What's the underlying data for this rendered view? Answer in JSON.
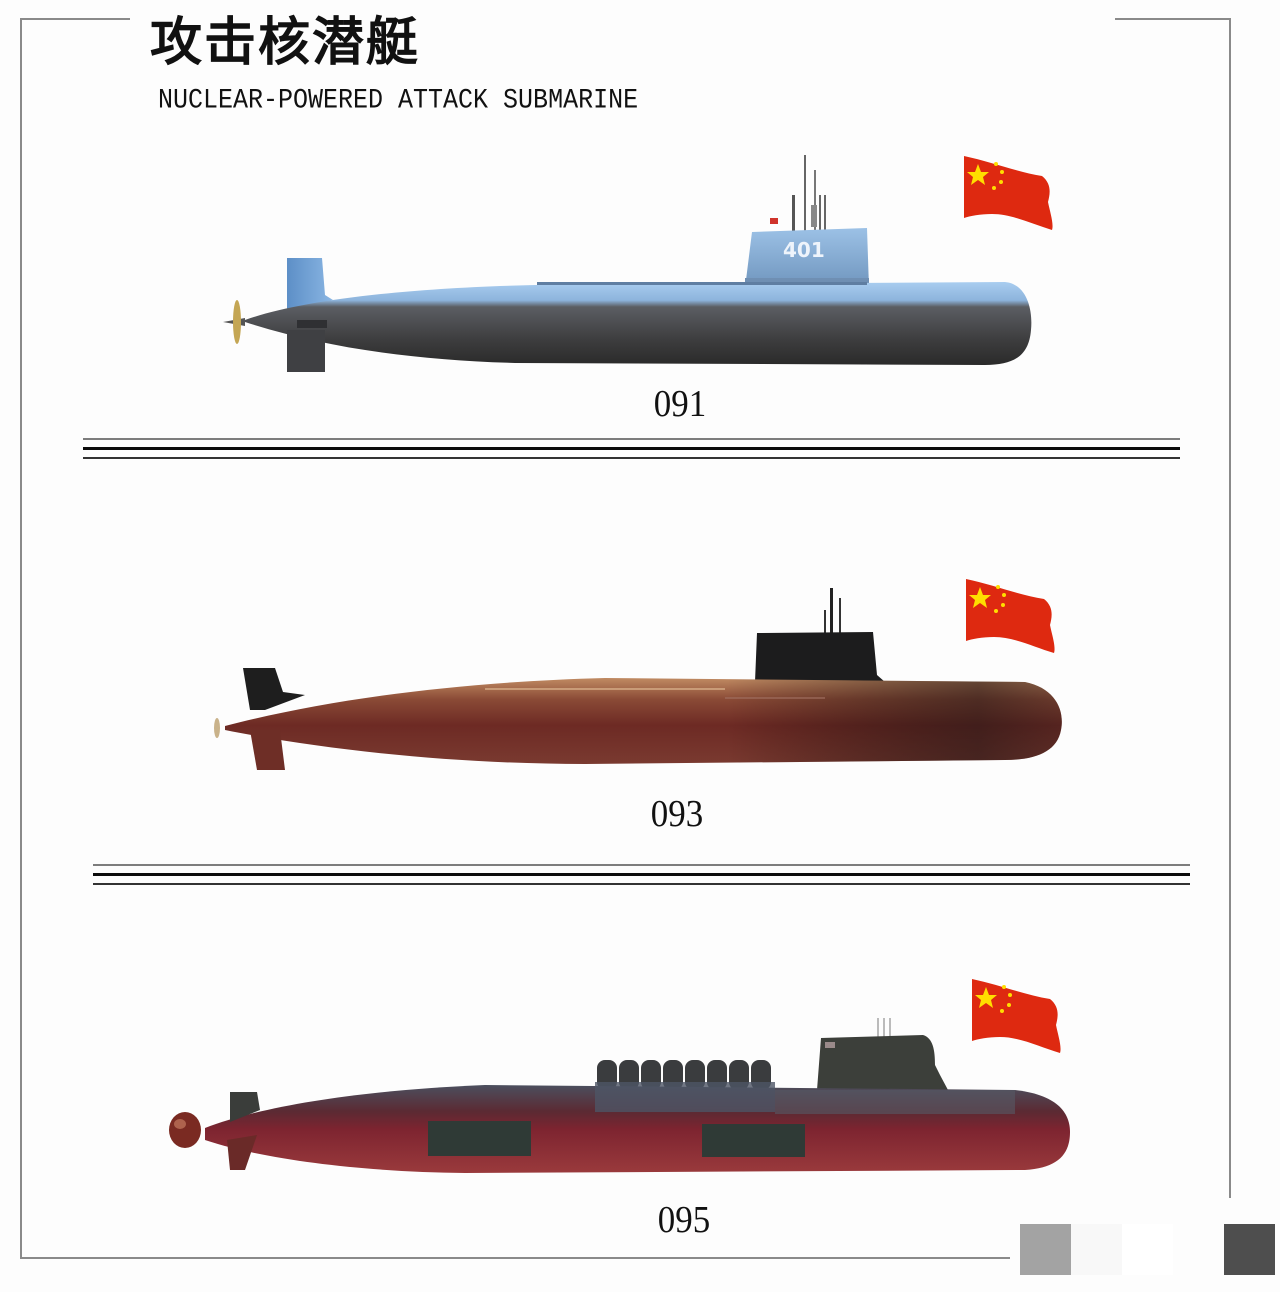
{
  "header": {
    "title_cn": "攻击核潜艇",
    "title_en": "NUCLEAR-POWERED ATTACK SUBMARINE"
  },
  "submarines": [
    {
      "model": "091",
      "hull_number": "401",
      "hull_color_top": "#8fb8e0",
      "hull_color_bottom": "#3a3a3a",
      "flag": "china-flag"
    },
    {
      "model": "093",
      "hull_color_top": "#b07a5a",
      "hull_color_bottom": "#6e2a22",
      "sail_color": "#1f1f1f",
      "flag": "china-flag"
    },
    {
      "model": "095",
      "hull_color_top": "#4a4e5c",
      "hull_color_bottom": "#7a2228",
      "sail_color": "#3c3f3a",
      "vls_hatches": 8,
      "flag": "china-flag"
    }
  ],
  "colors": {
    "flag_red": "#de2910",
    "flag_star": "#ffde00",
    "frame": "#8a8a8a"
  },
  "corner_swatches": [
    "#a3a3a3",
    "#f8f8f8",
    "#ffffff",
    "#4e4e4e"
  ]
}
